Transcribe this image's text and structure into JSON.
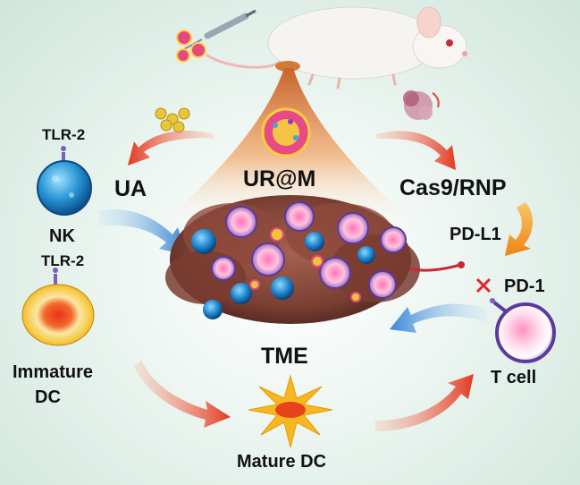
{
  "labels": {
    "tlr2_top": "TLR-2",
    "ua": "UA",
    "ur_at_m": "UR@M",
    "cas9_rnp": "Cas9/RNP",
    "nk": "NK",
    "tlr2_bottom": "TLR-2",
    "pd_l1": "PD-L1",
    "pd_1": "PD-1",
    "tme": "TME",
    "t_cell": "T cell",
    "immature_dc_line1": "Immature",
    "immature_dc_line2": "DC",
    "mature_dc": "Mature DC"
  },
  "colors": {
    "arrow_red": "#e8412c",
    "arrow_blue": "#4a8fd6",
    "arrow_orange": "#f39a1c",
    "tumor": "#8a4a3c",
    "nk_cell": "#1f86c8",
    "t_cell_membrane": "#5b3a9c",
    "immature_dc": "#f2b71c",
    "mature_dc": "#f4b21a"
  }
}
